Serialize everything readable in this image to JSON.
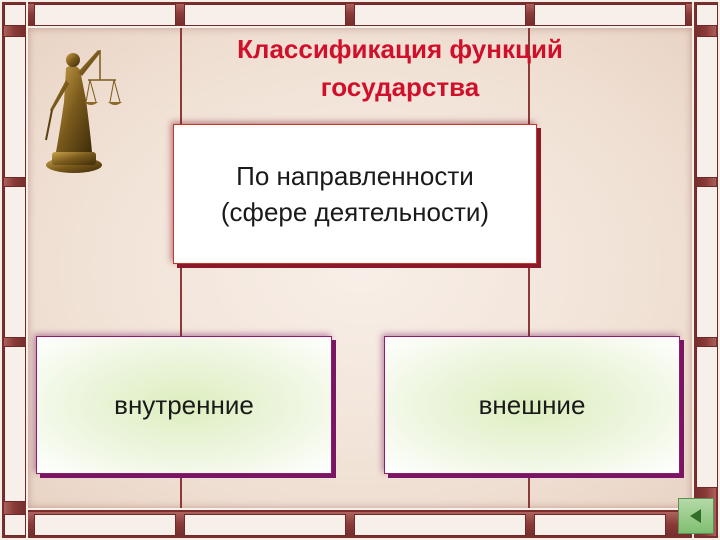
{
  "title": {
    "line1": "Классификация функций",
    "line2": "государства"
  },
  "diagram": {
    "main_label_line1": "По направленности",
    "main_label_line2": "(сфере деятельности)",
    "children": [
      "внутренние",
      "внешние"
    ]
  },
  "colors": {
    "title": "#d0102a",
    "frame": "#8a3b38",
    "main_border": "#c0392b",
    "child_border": "#8e1d6b",
    "nav_button": "#7fbf72"
  },
  "icons": {
    "statue": "themis-statue-icon",
    "nav": "play-back-icon"
  }
}
